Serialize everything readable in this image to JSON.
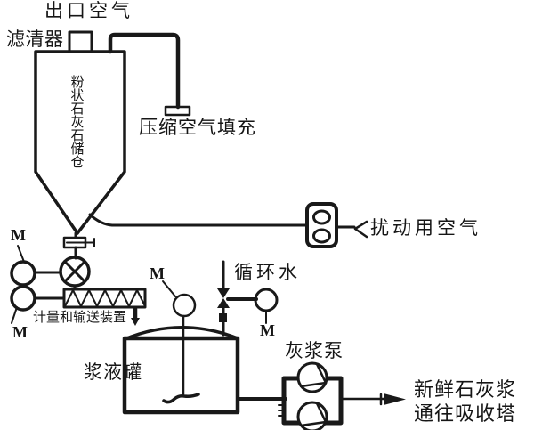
{
  "diagram": {
    "colors": {
      "line": "#191919",
      "background": "#ffffff"
    },
    "labels": {
      "outlet_air": "出口空气",
      "filter": "滤清器",
      "silo": "粉状石灰石储仓",
      "compressed_air_fill": "压缩空气填充",
      "agitation_air": "扰动用空气",
      "motor": "M",
      "metering_conveyor": "计量和输送装置",
      "circulating_water": "循环水",
      "slurry_tank": "浆液罐",
      "slurry_pump": "灰浆泵",
      "fresh_slurry_line1": "新鲜石灰浆",
      "fresh_slurry_line2": "通往吸收塔"
    }
  }
}
